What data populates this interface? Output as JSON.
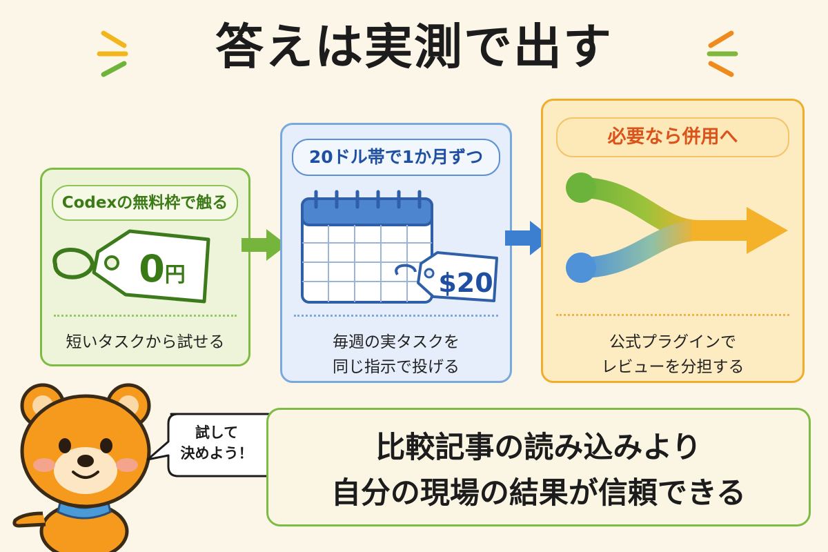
{
  "title": "答えは実測で出す",
  "steps": [
    {
      "label": "Codexの無料枠で触る",
      "price": {
        "number": "0",
        "unit": "円"
      },
      "description": [
        "短いタスクから試せる"
      ]
    },
    {
      "label": "20ドル帯で1か月ずつ",
      "price": {
        "text": "$20"
      },
      "description": [
        "毎週の実タスクを",
        "同じ指示で投げる"
      ]
    },
    {
      "label": "必要なら併用へ",
      "description": [
        "公式プラグインで",
        "レビューを分担する"
      ]
    }
  ],
  "speech_bubble": [
    "試して",
    "決めよう！"
  ],
  "conclusion": [
    "比較記事の読み込みより",
    "自分の現場の結果が信頼できる"
  ],
  "colors": {
    "green": "#7dbb42",
    "blue": "#4d86cf",
    "orange": "#f0ad2c",
    "title_deco_left": "#f2b51c",
    "title_deco_right": "#ef8a1d",
    "bear": "#f59a1d"
  },
  "icons": [
    "price-tag-icon",
    "calendar-icon",
    "merge-arrow-icon",
    "bear-mascot"
  ]
}
